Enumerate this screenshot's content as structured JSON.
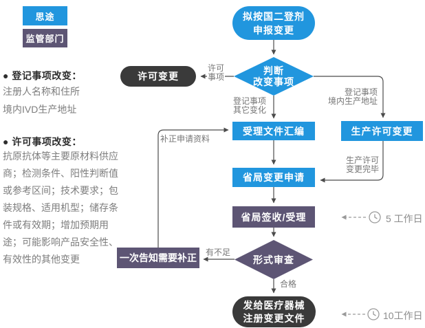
{
  "legend": {
    "situ": "思途",
    "regulator": "监管部门"
  },
  "notes": {
    "registration": {
      "title": "● 登记事项改变：",
      "lines": [
        "注册人名称和住所",
        "境内IVD生产地址"
      ]
    },
    "licence": {
      "title": "● 许可事项改变：",
      "body": "抗原抗体等主要原材料供应商；检测条件、阳性判断值或参考区间；技术要求；包装规格、适用机型；储存条件或有效期；增加预期用途；可能影响产品安全性、有效性的其他变更"
    }
  },
  "nodes": {
    "start": {
      "line1": "拟按国二登剂",
      "line2": "申报变更"
    },
    "decision_change": {
      "line1": "判断",
      "line2": "改变事项"
    },
    "licence_change": "许可变更",
    "compile_files": "受理文件汇编",
    "production_licence_change": "生产许可变更",
    "provincial_application": "省局变更申请",
    "provincial_receipt": "省局签收/受理",
    "formal_review": "形式审查",
    "notify_correction": "一次告知需要补正",
    "final": {
      "line1": "发给医疗器械",
      "line2": "注册变更文件"
    }
  },
  "edge_labels": {
    "licence_item": [
      "许可",
      "事项"
    ],
    "registration_other": [
      "登记事项",
      "其它变化"
    ],
    "registration_domestic": [
      "登记事项",
      "境内生产地址"
    ],
    "production_done": [
      "生产许可",
      "变更完毕"
    ],
    "correction_material": "补正申请资料",
    "insufficient": "有不足",
    "qualified": "合格"
  },
  "annotations": {
    "receipt_days": "5 工作日",
    "final_days": "10工作日"
  },
  "colors": {
    "node_blue": "#2196DE",
    "node_purple": "#5D5574",
    "node_dark": "#3A3A3A",
    "line": "#4B4B4B",
    "label_gray": "#757575",
    "annotation_gray": "#9A9A9A"
  }
}
